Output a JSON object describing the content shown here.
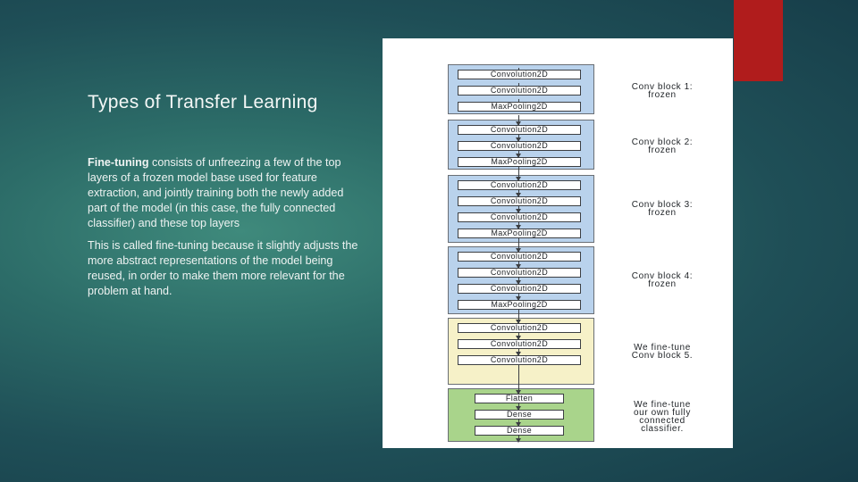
{
  "slide": {
    "title": "Types of Transfer Learning",
    "p1_bold": "Fine-tuning",
    "p1_rest": " consists of unfreezing a few of the top layers of a frozen model base used for feature extraction, and jointly training both the newly added part of the model (in this case, the fully connected classifier) and these top layers",
    "p2": "This is called fine-tuning because it slightly adjusts the more abstract representations of the model being reused, in order to make them more relevant for the problem at hand.",
    "accent_color": "#b01c1c"
  },
  "diagram": {
    "colors": {
      "frozen": "#b9d2ec",
      "fine_tune_conv": "#f6f1c8",
      "classifier": "#a9d48b"
    },
    "layers": [
      "Convolution2D",
      "Convolution2D",
      "MaxPooling2D",
      "Convolution2D",
      "Convolution2D",
      "MaxPooling2D",
      "Convolution2D",
      "Convolution2D",
      "Convolution2D",
      "MaxPooling2D",
      "Convolution2D",
      "Convolution2D",
      "Convolution2D",
      "MaxPooling2D",
      "Convolution2D",
      "Convolution2D",
      "Convolution2D",
      "Flatten",
      "Dense",
      "Dense"
    ],
    "annotations": [
      {
        "line1": "Conv block 1:",
        "line2": "frozen"
      },
      {
        "line1": "Conv block 2:",
        "line2": "frozen"
      },
      {
        "line1": "Conv block 3:",
        "line2": "frozen"
      },
      {
        "line1": "Conv block 4:",
        "line2": "frozen"
      },
      {
        "line1": "We fine-tune",
        "line2": "Conv block 5."
      },
      {
        "line1": "We fine-tune",
        "line2": "our own fully",
        "line3": "connected",
        "line4": "classifier."
      }
    ]
  }
}
